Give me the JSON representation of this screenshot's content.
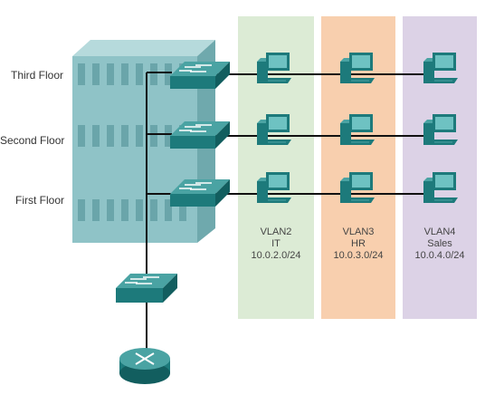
{
  "floors": [
    {
      "label": "Third Floor"
    },
    {
      "label": "Second Floor"
    },
    {
      "label": "First Floor"
    }
  ],
  "vlans": [
    {
      "name": "VLAN2",
      "dept": "IT",
      "subnet": "10.0.2.0/24",
      "color": "#dcebd5"
    },
    {
      "name": "VLAN3",
      "dept": "HR",
      "subnet": "10.0.3.0/24",
      "color": "#f8cfae"
    },
    {
      "name": "VLAN4",
      "dept": "Sales",
      "subnet": "10.0.4.0/24",
      "color": "#dcd2e6"
    }
  ],
  "colors": {
    "device": "#1d7a7b",
    "device_light": "#4aa3a3",
    "building": "#8fc3c7",
    "link": "#111111"
  },
  "icons": {
    "switch": "switch-icon",
    "router": "router-icon",
    "pc": "pc-icon",
    "building": "building-icon"
  }
}
